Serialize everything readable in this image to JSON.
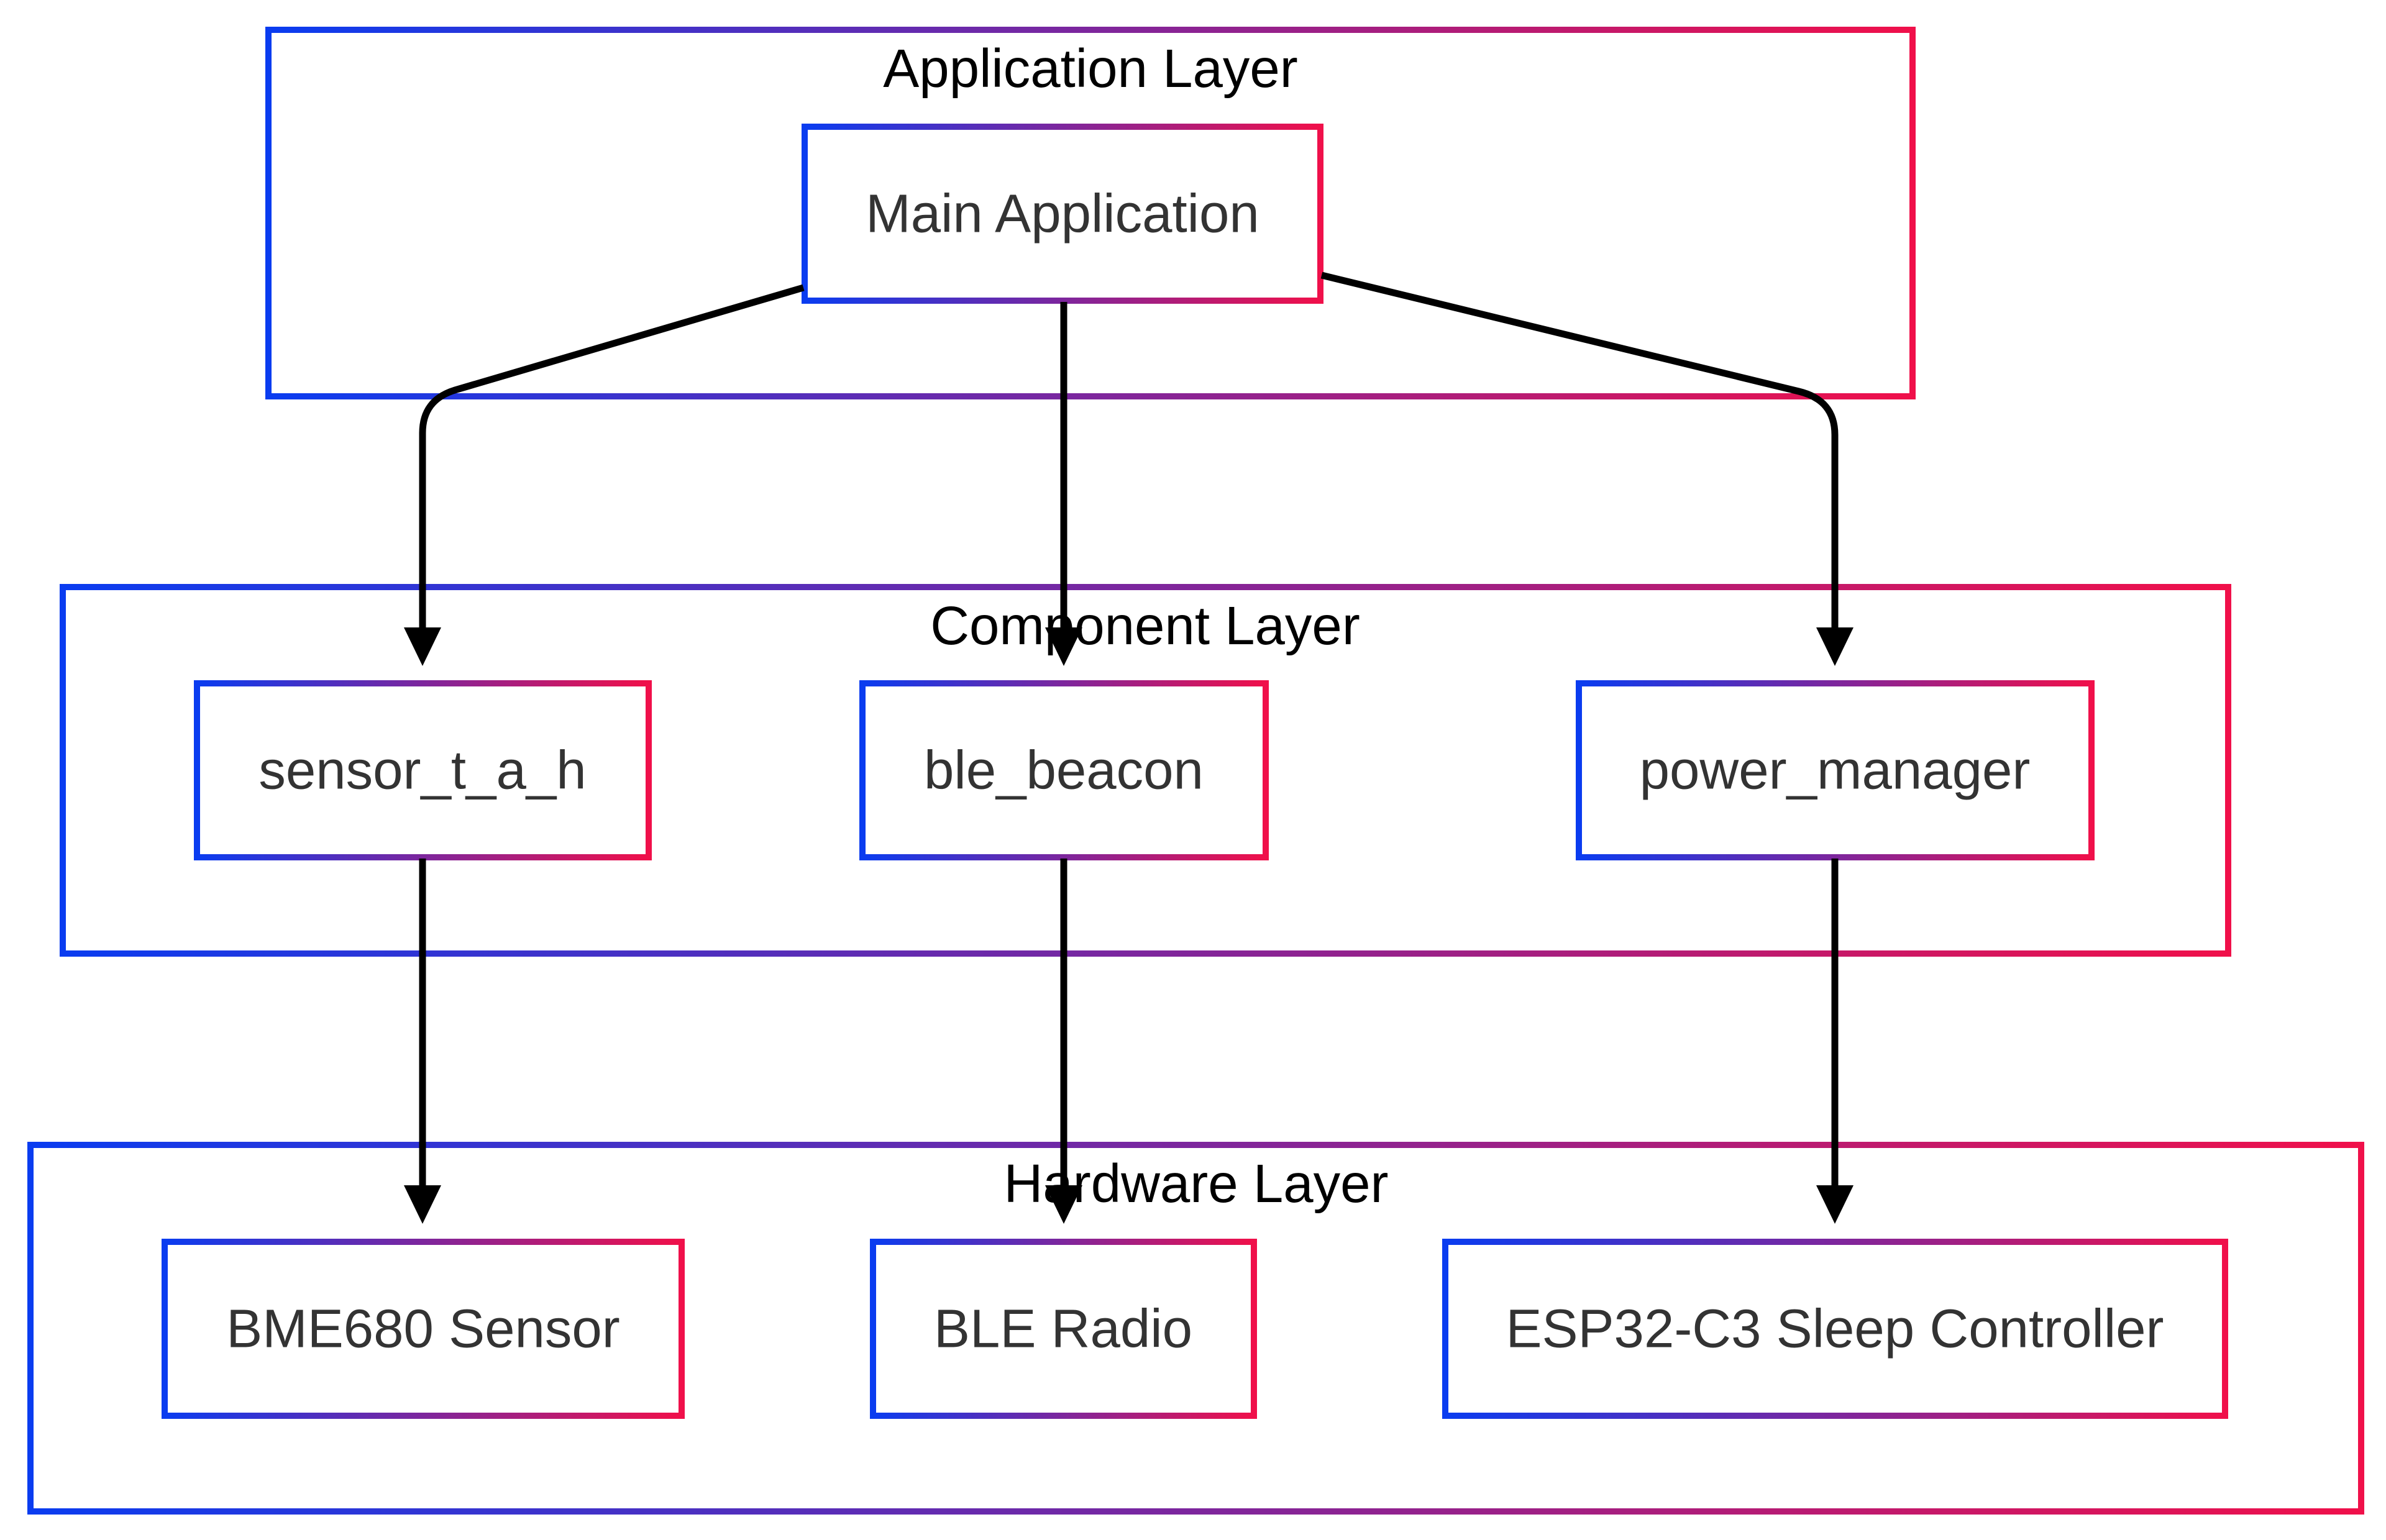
{
  "colors": {
    "border_start": "#0a3cf0",
    "border_end": "#f0104a",
    "edge": "#000000",
    "group_text": "#000000",
    "node_text": "#333333"
  },
  "layers": {
    "application": {
      "label": "Application Layer",
      "nodes": {
        "main_application": "Main Application"
      }
    },
    "component": {
      "label": "Component Layer",
      "nodes": {
        "sensor_t_a_h": "sensor_t_a_h",
        "ble_beacon": "ble_beacon",
        "power_manager": "power_manager"
      }
    },
    "hardware": {
      "label": "Hardware Layer",
      "nodes": {
        "bme680_sensor": "BME680 Sensor",
        "ble_radio": "BLE Radio",
        "esp32_sleep_controller": "ESP32-C3 Sleep Controller"
      }
    }
  },
  "edges": [
    {
      "from": "Main Application",
      "to": "sensor_t_a_h"
    },
    {
      "from": "Main Application",
      "to": "ble_beacon"
    },
    {
      "from": "Main Application",
      "to": "power_manager"
    },
    {
      "from": "sensor_t_a_h",
      "to": "BME680 Sensor"
    },
    {
      "from": "ble_beacon",
      "to": "BLE Radio"
    },
    {
      "from": "power_manager",
      "to": "ESP32-C3 Sleep Controller"
    }
  ]
}
